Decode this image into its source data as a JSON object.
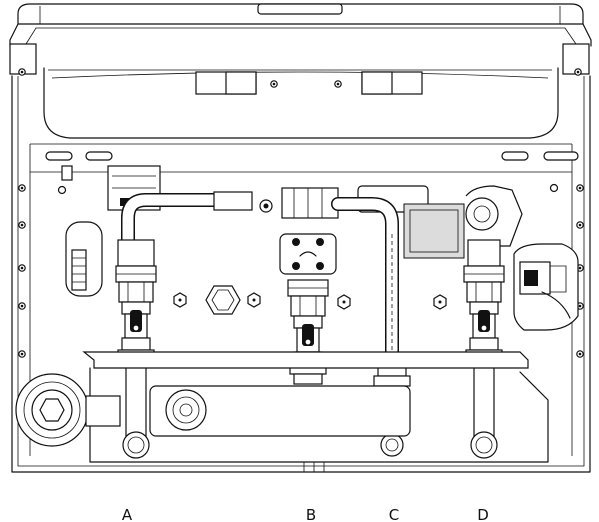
{
  "connections": [
    {
      "id": "a",
      "label": "A"
    },
    {
      "id": "b",
      "label": "B"
    },
    {
      "id": "c",
      "label": "C"
    },
    {
      "id": "d",
      "label": "D"
    }
  ],
  "colors": {
    "line": "#111111",
    "background": "#ffffff",
    "shade": "#dcdcdc"
  }
}
